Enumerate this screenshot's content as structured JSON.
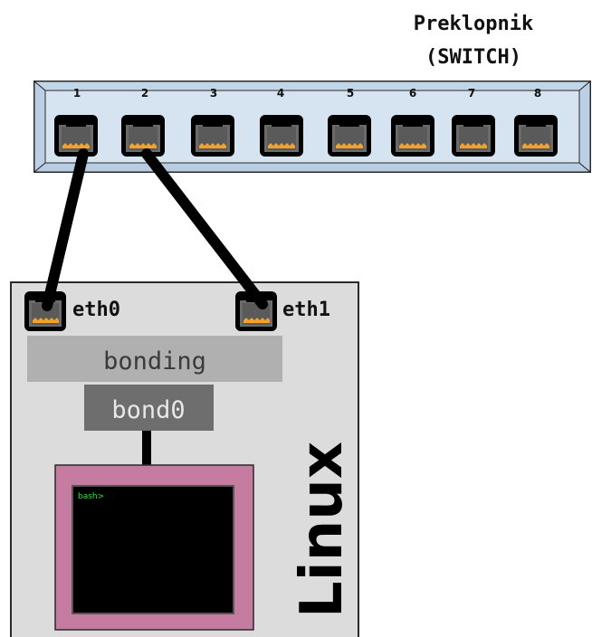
{
  "switch": {
    "title_line1": "Preklopnik",
    "title_line2": "(SWITCH)",
    "ports": [
      "1",
      "2",
      "3",
      "4",
      "5",
      "6",
      "7",
      "8"
    ]
  },
  "linux_host": {
    "label": "Linux",
    "nic0": "eth0",
    "nic1": "eth1",
    "bonding_label": "bonding",
    "bond_label": "bond0",
    "terminal_prompt": "bash>"
  },
  "colors": {
    "switch_fill": "#d6e4f2",
    "host_fill": "#dcdcdc",
    "bonding_fill": "#b0b0b0",
    "bond_fill": "#6e6e6e",
    "monitor_frame": "#c67ba1",
    "terminal_bg": "#000000",
    "prompt_color": "#35e045",
    "port_pins": "#f2a12a"
  }
}
